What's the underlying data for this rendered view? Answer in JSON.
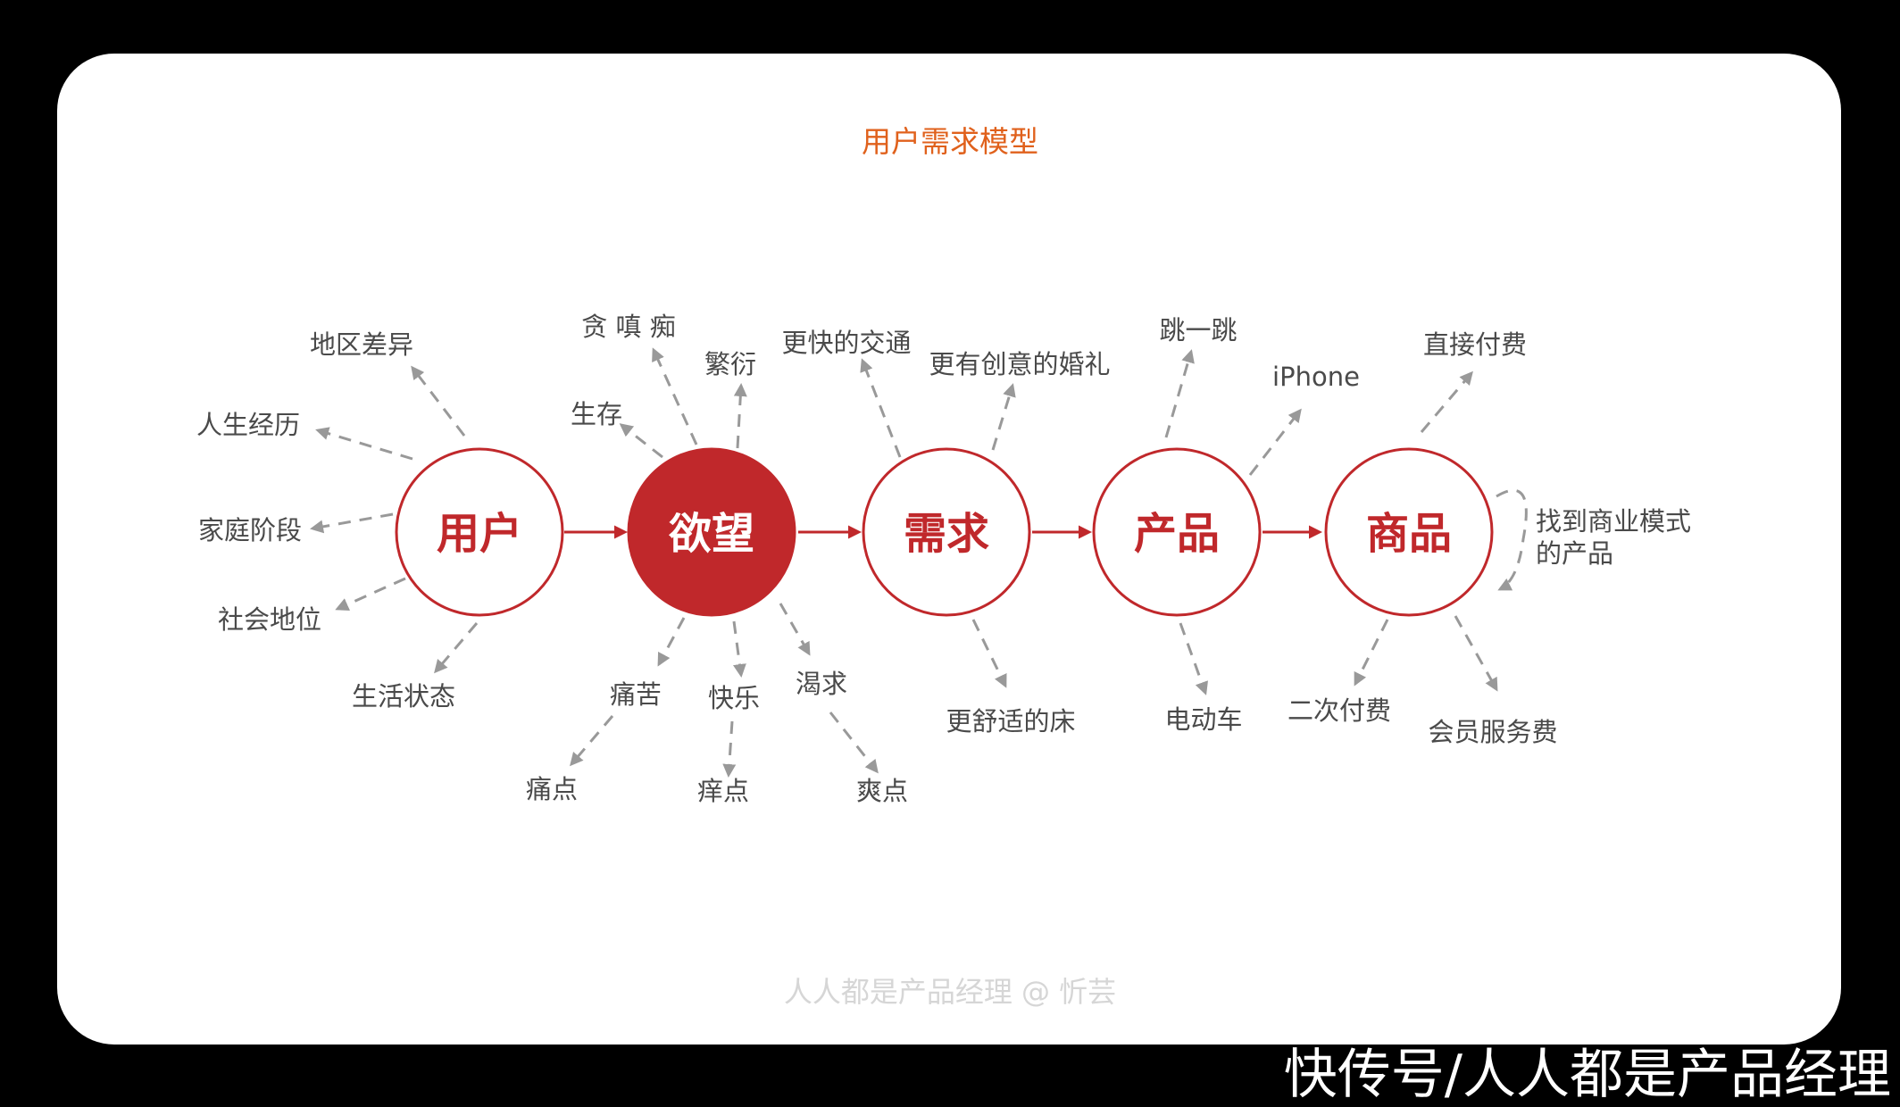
{
  "title": "用户需求模型",
  "watermark": "人人都是产品经理 @ 忻芸",
  "footer": "快传号/人人都是产品经理",
  "colors": {
    "accent": "#c0282b",
    "title": "#e0611c",
    "arrow": "#999999",
    "text": "#4a4a4a"
  },
  "nodes": [
    {
      "id": "user",
      "label": "用户",
      "filled": false
    },
    {
      "id": "desire",
      "label": "欲望",
      "filled": true
    },
    {
      "id": "need",
      "label": "需求",
      "filled": false
    },
    {
      "id": "product",
      "label": "产品",
      "filled": false
    },
    {
      "id": "commodity",
      "label": "商品",
      "filled": false
    }
  ],
  "labels": {
    "user": [
      "地区差异",
      "人生经历",
      "家庭阶段",
      "社会地位",
      "生活状态"
    ],
    "desire_top": [
      "贪 嗔 痴",
      "生存",
      "繁衍"
    ],
    "desire_bottom": [
      "痛苦",
      "快乐",
      "渴求"
    ],
    "desire_leaf": [
      "痛点",
      "痒点",
      "爽点"
    ],
    "need": [
      "更快的交通",
      "更有创意的婚礼",
      "更舒适的床"
    ],
    "product": [
      "跳一跳",
      "iPhone",
      "电动车"
    ],
    "commodity": [
      "直接付费",
      "二次付费",
      "会员服务费"
    ],
    "commodity_loop": [
      "找到商业模式",
      "的产品"
    ]
  }
}
